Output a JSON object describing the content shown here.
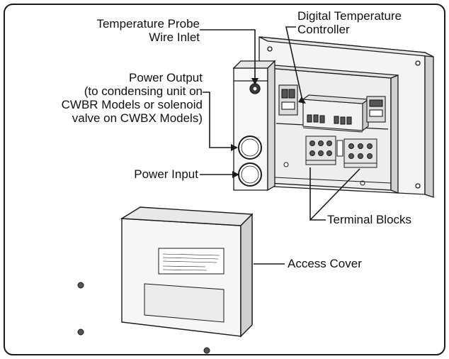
{
  "labels": {
    "temperature_probe_line1": "Temperature Probe",
    "temperature_probe_line2": "Wire Inlet",
    "digital_controller_line1": "Digital Temperature",
    "digital_controller_line2": "Controller",
    "power_output_line1": "Power Output",
    "power_output_line2": "(to condensing unit on",
    "power_output_line3": "CWBR Models or solenoid",
    "power_output_line4": "valve on CWBX Models)",
    "power_input": "Power Input",
    "terminal_blocks": "Terminal Blocks",
    "access_cover": "Access Cover"
  },
  "colors": {
    "stroke": "#1a1a1a",
    "panel": "#f4f4f4",
    "shade": "#cfcfcf",
    "dark": "#555555"
  }
}
